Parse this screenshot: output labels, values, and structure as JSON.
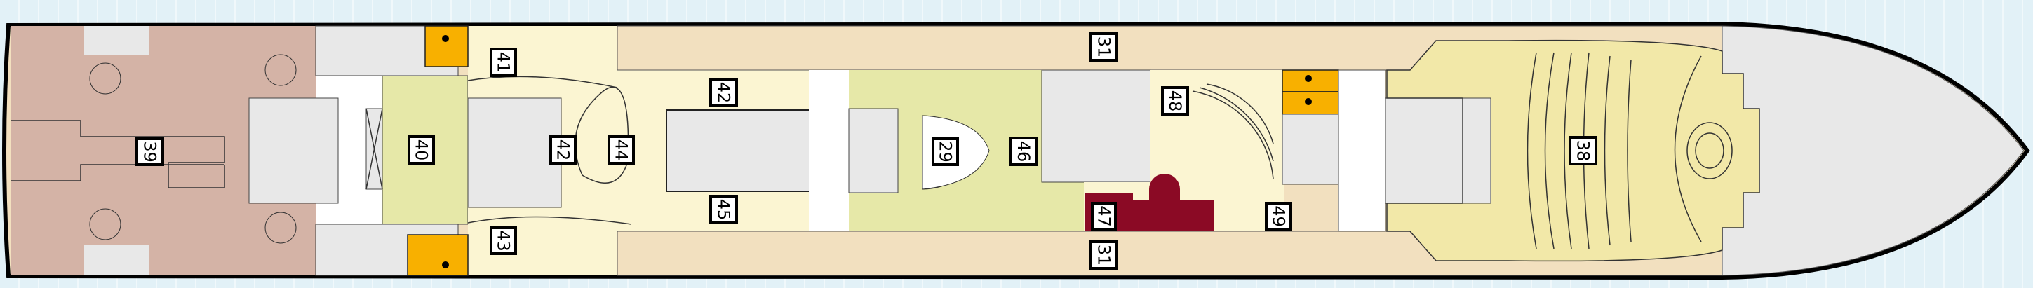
{
  "deck_plan": {
    "areas": [
      {
        "id": "39",
        "label": "39"
      },
      {
        "id": "40",
        "label": "40"
      },
      {
        "id": "41",
        "label": "41"
      },
      {
        "id": "42a",
        "label": "42"
      },
      {
        "id": "42b",
        "label": "42"
      },
      {
        "id": "43",
        "label": "43"
      },
      {
        "id": "44",
        "label": "44"
      },
      {
        "id": "45",
        "label": "45"
      },
      {
        "id": "29",
        "label": "29"
      },
      {
        "id": "46",
        "label": "46"
      },
      {
        "id": "31a",
        "label": "31"
      },
      {
        "id": "31b",
        "label": "31"
      },
      {
        "id": "48",
        "label": "48"
      },
      {
        "id": "47",
        "label": "47"
      },
      {
        "id": "49",
        "label": "49"
      },
      {
        "id": "38",
        "label": "38"
      }
    ],
    "icons": [
      "restroom-icon"
    ],
    "colors": {
      "sea": "#e2f1f7",
      "aft_restaurant": "#d4b3a6",
      "service": "#e8e8e8",
      "lounge_green": "#e6e8a8",
      "cream": "#fbf5d2",
      "promenade": "#f2e0bf",
      "theatre": "#f2e8a8",
      "restroom": "#f8b000",
      "highlight": "#8b0a25"
    }
  }
}
